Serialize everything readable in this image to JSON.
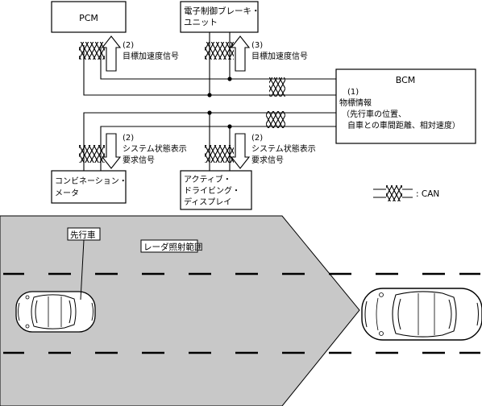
{
  "blocks": {
    "pcm": {
      "label": "PCM"
    },
    "brake": {
      "line1": "電子制御ブレーキ・",
      "line2": "ユニット"
    },
    "bcm": {
      "label": "BCM"
    },
    "meter": {
      "line1": "コンビネーション・",
      "line2": "メータ"
    },
    "display": {
      "line1": "アクティブ・",
      "line2": "ドライビング・",
      "line3": "ディスプレイ"
    }
  },
  "signals": {
    "pcm_num": "(2)",
    "pcm_text": "目標加速度信号",
    "brake_num": "(3)",
    "brake_text": "目標加速度信号",
    "bcm_num": "(1)",
    "bcm_line1": "物標情報",
    "bcm_line2": "（先行車の位置、",
    "bcm_line3": "自車との車間距離、相対速度）",
    "meter_num": "(2)",
    "meter_line1": "システム状態表示",
    "meter_line2": "要求信号",
    "display_num": "(2)",
    "display_line1": "システム状態表示",
    "display_line2": "要求信号"
  },
  "legend": {
    "label": ": CAN"
  },
  "scene": {
    "lead_vehicle_label": "先行車",
    "radar_label": "レーダ照射範囲"
  },
  "colors": {
    "line": "#000000",
    "radar_fill": "#c8c8c8",
    "background": "#ffffff"
  }
}
